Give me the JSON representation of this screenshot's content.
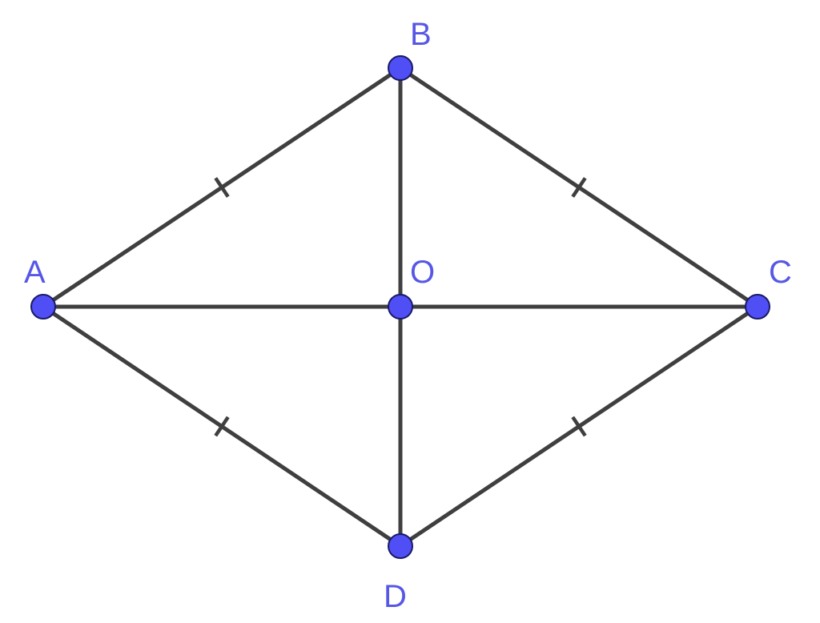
{
  "colors": {
    "edge": "#3f3f3f",
    "point_fill": "#4f4ff5",
    "label": "#5757e6"
  },
  "points": {
    "A": {
      "label": "A"
    },
    "B": {
      "label": "B"
    },
    "C": {
      "label": "C"
    },
    "D": {
      "label": "D"
    },
    "O": {
      "label": "O"
    }
  },
  "segments": [
    {
      "from": "A",
      "to": "B",
      "equal_mark": true
    },
    {
      "from": "B",
      "to": "C",
      "equal_mark": true
    },
    {
      "from": "C",
      "to": "D",
      "equal_mark": true
    },
    {
      "from": "D",
      "to": "A",
      "equal_mark": true
    },
    {
      "from": "A",
      "to": "C",
      "equal_mark": false
    },
    {
      "from": "B",
      "to": "D",
      "equal_mark": false
    }
  ]
}
